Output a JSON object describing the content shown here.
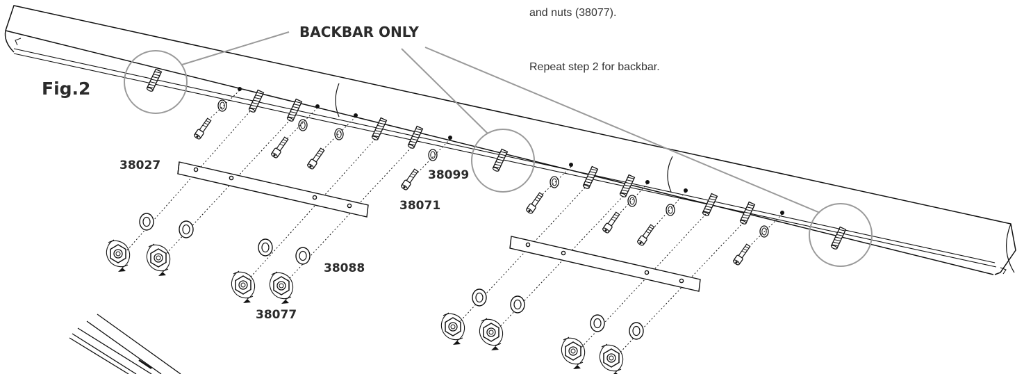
{
  "instructions": {
    "line1": "and nuts (38077).",
    "line2": "Repeat step 2 for backbar."
  },
  "figure_label": "Fig.2",
  "callout_label": "BACKBAR ONLY",
  "part_numbers": {
    "washer_bar": "38027",
    "lock_washer": "38099",
    "cap_screw": "38071",
    "flat_washer": "38088",
    "nut": "38077"
  },
  "colors": {
    "line": "#1a1a1a",
    "callout_circle": "#9a9a9a",
    "text": "#2b2b2b"
  }
}
